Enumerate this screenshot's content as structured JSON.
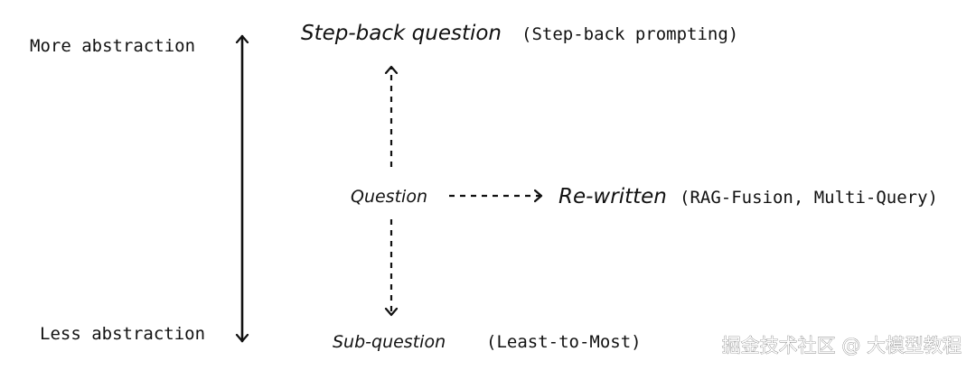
{
  "axis": {
    "top_label": "More abstraction",
    "bottom_label": "Less abstraction"
  },
  "nodes": {
    "step_back": {
      "name": "Step-back question",
      "method": "(Step-back prompting)"
    },
    "question": {
      "name": "Question"
    },
    "rewritten": {
      "name": "Re-written",
      "method": "(RAG-Fusion, Multi-Query)"
    },
    "sub_question": {
      "name": "Sub-question",
      "method": "(Least-to-Most)"
    }
  },
  "watermark": "掘金技术社区 @ 大模型教程",
  "colors": {
    "ink": "#111111",
    "background": "#ffffff"
  }
}
